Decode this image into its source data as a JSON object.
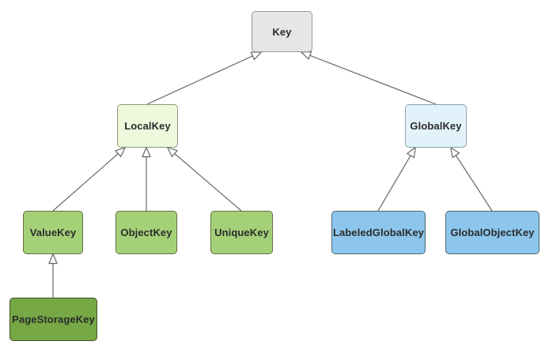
{
  "diagram": {
    "type": "class-hierarchy",
    "background": "#ffffff",
    "edge_color": "#666666",
    "arrowhead_style": "hollow-triangle",
    "nodes": {
      "key": {
        "label": "Key",
        "fill": "#e6e6e6",
        "border": "#999999"
      },
      "local_key": {
        "label": "LocalKey",
        "fill": "#edf8dc",
        "border": "#8c9678"
      },
      "global_key": {
        "label": "GlobalKey",
        "fill": "#e2f2fb",
        "border": "#8ba3b3"
      },
      "value_key": {
        "label": "ValueKey",
        "fill": "#a4d178",
        "border": "#5f7040"
      },
      "object_key": {
        "label": "ObjectKey",
        "fill": "#a4d178",
        "border": "#5f7040"
      },
      "unique_key": {
        "label": "UniqueKey",
        "fill": "#a4d178",
        "border": "#5f7040"
      },
      "labeled_global_key": {
        "label": "LabeledGlobalKey",
        "fill": "#8cc6ec",
        "border": "#50646f"
      },
      "global_object_key": {
        "label": "GlobalObjectKey",
        "fill": "#8cc6ec",
        "border": "#50646f"
      },
      "page_storage_key": {
        "label": "PageStorageKey",
        "fill": "#76a845",
        "border": "#44522c"
      }
    },
    "edges": [
      {
        "child": "LocalKey",
        "parent": "Key"
      },
      {
        "child": "GlobalKey",
        "parent": "Key"
      },
      {
        "child": "ValueKey",
        "parent": "LocalKey"
      },
      {
        "child": "ObjectKey",
        "parent": "LocalKey"
      },
      {
        "child": "UniqueKey",
        "parent": "LocalKey"
      },
      {
        "child": "LabeledGlobalKey",
        "parent": "GlobalKey"
      },
      {
        "child": "GlobalObjectKey",
        "parent": "GlobalKey"
      },
      {
        "child": "PageStorageKey",
        "parent": "ValueKey"
      }
    ]
  }
}
